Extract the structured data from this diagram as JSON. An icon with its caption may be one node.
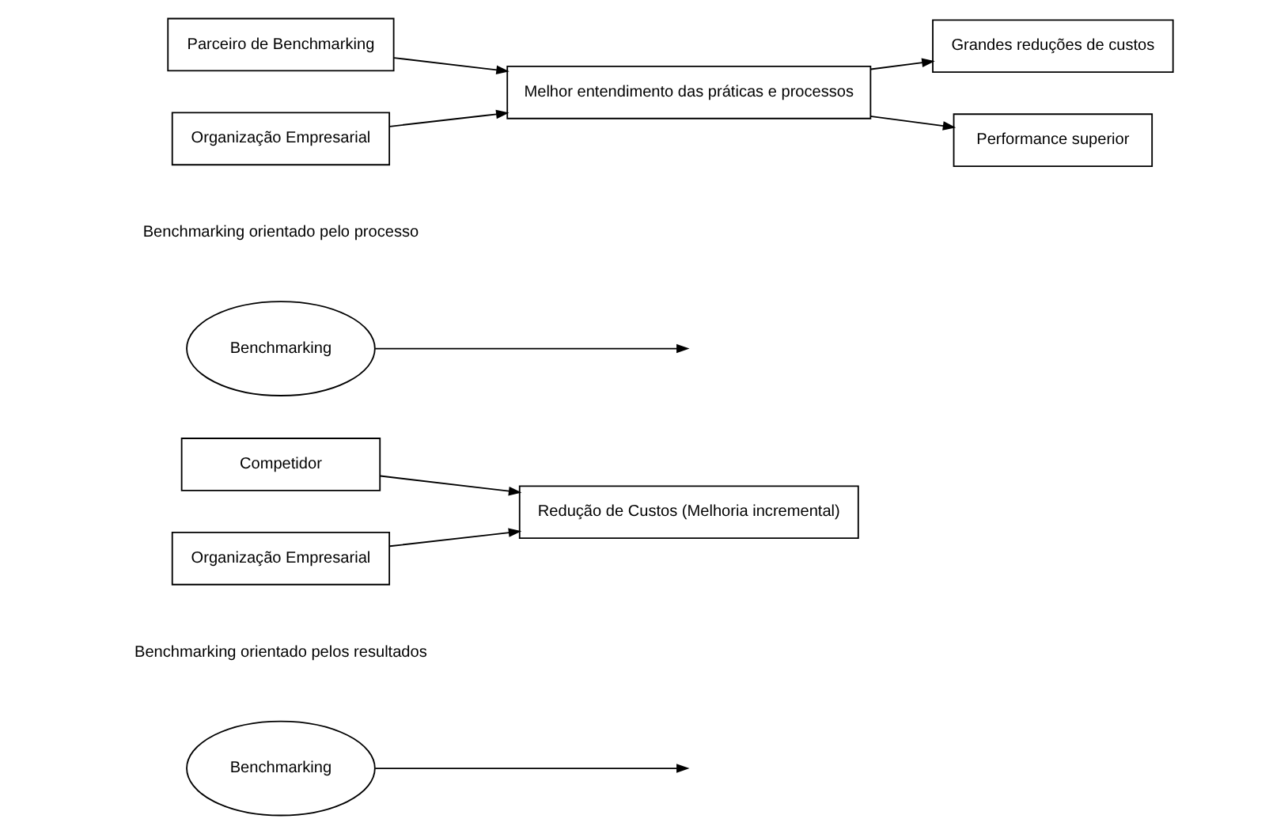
{
  "diagram": {
    "nodes": [
      {
        "text": [
          "Benchmarking"
        ]
      },
      {
        "text": [
          "Competidor"
        ]
      },
      {
        "text": [
          "Organização Empresarial"
        ]
      },
      {
        "text": [
          "Redução de Custos (Melhoria incremental)"
        ]
      },
      {
        "text": [
          "Benchmarking"
        ]
      },
      {
        "text": [
          "Parceiro de Benchmarking"
        ]
      },
      {
        "text": [
          "Organização Empresarial"
        ]
      },
      {
        "text": [
          "Melhor entendimento das práticas e processos"
        ]
      },
      {
        "text": [
          "Grandes reduções de custos"
        ]
      },
      {
        "text": [
          "Performance superior"
        ]
      }
    ],
    "edges": [
      {
        "from": 0,
        "to": null,
        "arrow": "to"
      },
      {
        "from": 1,
        "to": 3,
        "arrow": "to"
      },
      {
        "from": 2,
        "to": 3,
        "arrow": "to"
      },
      {
        "from": 4,
        "to": null,
        "arrow": "to"
      },
      {
        "from": 5,
        "to": 7,
        "arrow": "to"
      },
      {
        "from": 6,
        "to": 7,
        "arrow": "to"
      },
      {
        "from": 7,
        "to": 8,
        "arrow": "to"
      },
      {
        "from": 7,
        "to": 9,
        "arrow": "to"
      }
    ],
    "labels": [
      "Benchmarking orientado pelos resultados",
      "Benchmarking orientado pelo processo"
    ]
  }
}
